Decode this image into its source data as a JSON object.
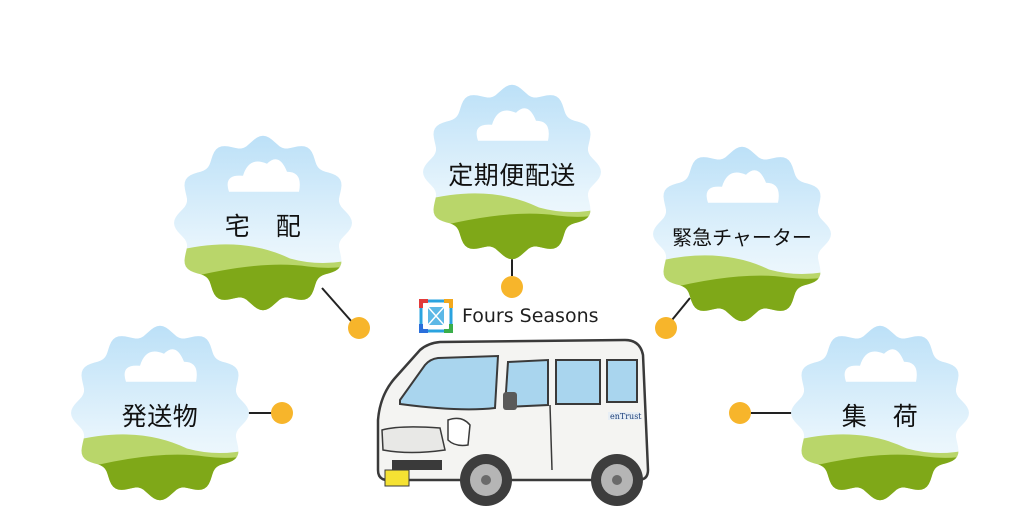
{
  "services": [
    {
      "id": "teikibin",
      "label": "定期便配送"
    },
    {
      "id": "takuhai",
      "label": "宅　配"
    },
    {
      "id": "kinkyu",
      "label": "緊急チャーター"
    },
    {
      "id": "hassobutsu",
      "label": "発送物"
    },
    {
      "id": "shuka",
      "label": "集　荷"
    }
  ],
  "brand": {
    "name": "Fours Seasons",
    "logo_icon": "four-seasons-logo-icon"
  },
  "van": {
    "side_decal": "enTrust",
    "icon": "delivery-van-icon"
  },
  "colors": {
    "sky": "#cfe9fa",
    "cloud": "#ffffff",
    "hill_light": "#b9d66a",
    "hill_dark": "#7fa818",
    "dot": "#f7b52b",
    "connector": "#222222"
  }
}
